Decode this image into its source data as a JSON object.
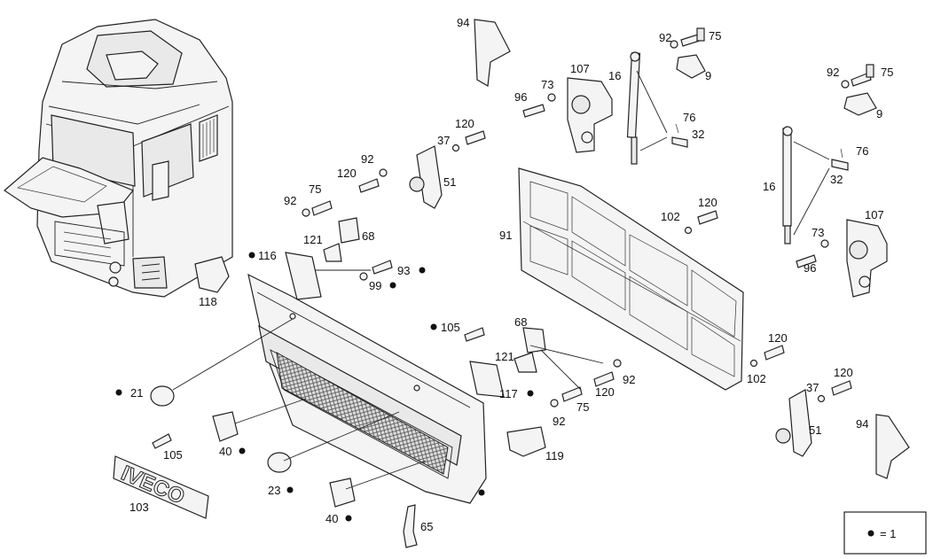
{
  "legend": {
    "text": "= 1"
  },
  "callouts": {
    "p94a": "94",
    "p94b": "94",
    "p92a": "92",
    "p75a": "75",
    "p9a": "9",
    "p92b": "92",
    "p75b": "75",
    "p9b": "9",
    "p16a": "16",
    "p16b": "16",
    "p107a": "107",
    "p107b": "107",
    "p73a": "73",
    "p73b": "73",
    "p96a": "96",
    "p96b": "96",
    "p76a": "76",
    "p76b": "76",
    "p32a": "32",
    "p32b": "32",
    "p120a": "120",
    "p120b": "120",
    "p120c": "120",
    "p120d": "120",
    "p120e": "120",
    "p120f": "120",
    "p37a": "37",
    "p37b": "37",
    "p51a": "51",
    "p51b": "51",
    "p92c": "92",
    "p75c": "75",
    "p92d": "92",
    "p68a": "68",
    "p68b": "68",
    "p121a": "121",
    "p121b": "121",
    "p116": "116",
    "p118": "118",
    "p93": "93",
    "p99": "99",
    "p91": "91",
    "p102a": "102",
    "p102b": "102",
    "p105a": "105",
    "p105b": "105",
    "p92e": "92",
    "p75d": "75",
    "p92f": "92",
    "p117": "117",
    "p119": "119",
    "p21": "21",
    "p40a": "40",
    "p40b": "40",
    "p23": "23",
    "p103": "103",
    "p65": "65"
  }
}
